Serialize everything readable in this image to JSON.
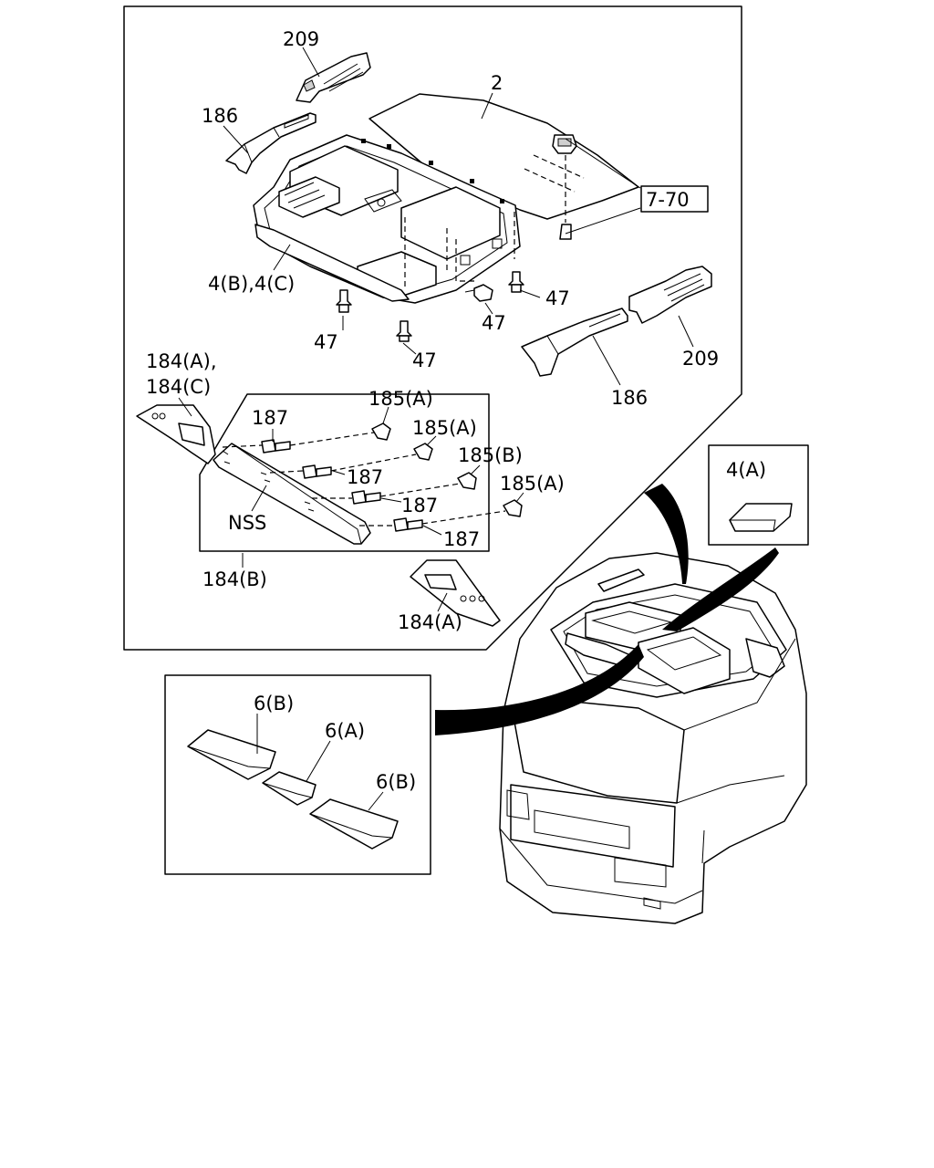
{
  "callouts": {
    "part_209_top": "209",
    "part_2": "2",
    "part_186_top": "186",
    "ref_7_70": "7-70",
    "part_4bc": "4(B),4(C)",
    "part_47_a": "47",
    "part_47_b": "47",
    "part_47_c": "47",
    "part_47_d": "47",
    "part_209_right": "209",
    "part_186_right": "186",
    "part_184_ac_line1": "184(A),",
    "part_184_ac_line2": "184(C)",
    "part_187_a": "187",
    "part_185a_1": "185(A)",
    "part_185a_2": "185(A)",
    "part_185b": "185(B)",
    "part_185a_3": "185(A)",
    "part_187_b": "187",
    "part_187_c": "187",
    "part_187_d": "187",
    "nss": "NSS",
    "part_184b": "184(B)",
    "part_184a": "184(A)",
    "part_4a": "4(A)",
    "part_6b_1": "6(B)",
    "part_6a": "6(A)",
    "part_6b_2": "6(B)"
  }
}
